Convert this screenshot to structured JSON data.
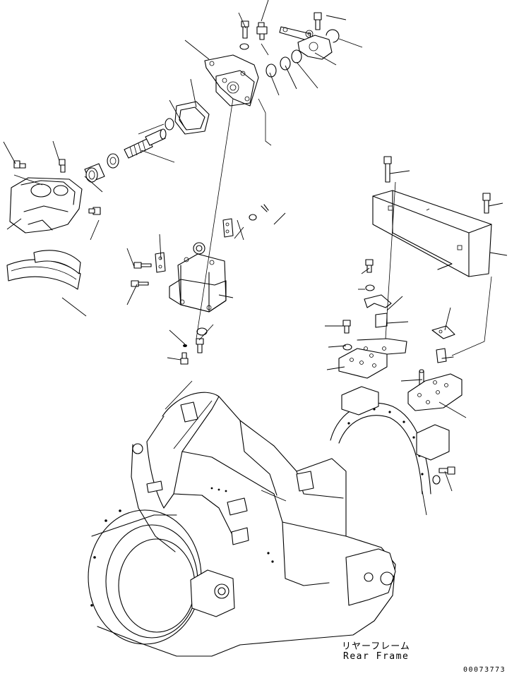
{
  "caption": {
    "japanese": "リヤーフレーム",
    "english": "Rear Frame"
  },
  "drawing_number": "00073773",
  "leaders": [
    [
      380,
      0,
      370,
      30
    ],
    [
      338,
      18,
      348,
      40
    ],
    [
      490,
      28,
      462,
      22
    ],
    [
      513,
      67,
      480,
      55
    ],
    [
      476,
      92,
      446,
      75
    ],
    [
      262,
      57,
      296,
      84
    ],
    [
      450,
      125,
      420,
      88
    ],
    [
      420,
      126,
      404,
      93
    ],
    [
      395,
      135,
      382,
      103
    ],
    [
      270,
      112,
      278,
      152
    ],
    [
      240,
      142,
      260,
      178
    ],
    [
      196,
      190,
      232,
      176
    ],
    [
      247,
      230,
      200,
      213
    ],
    [
      75,
      200,
      84,
      228
    ],
    [
      5,
      201,
      22,
      232
    ],
    [
      20,
      248,
      60,
      262
    ],
    [
      120,
      250,
      145,
      272
    ],
    [
      10,
      325,
      30,
      310
    ],
    [
      140,
      312,
      128,
      340
    ],
    [
      336,
      312,
      345,
      340
    ],
    [
      404,
      302,
      388,
      318
    ],
    [
      345,
      322,
      332,
      338
    ],
    [
      580,
      242,
      552,
      246
    ],
    [
      712,
      288,
      692,
      292
    ],
    [
      718,
      362,
      694,
      358
    ],
    [
      226,
      332,
      228,
      368
    ],
    [
      180,
      352,
      190,
      378
    ],
    [
      194,
      403,
      180,
      432
    ],
    [
      122,
      448,
      88,
      422
    ],
    [
      512,
      388,
      523,
      380
    ],
    [
      507,
      410,
      517,
      410
    ],
    [
      570,
      420,
      548,
      440
    ],
    [
      548,
      458,
      578,
      456
    ],
    [
      638,
      436,
      630,
      468
    ],
    [
      330,
      422,
      310,
      418
    ],
    [
      240,
      468,
      262,
      488
    ],
    [
      237,
      507,
      256,
      510
    ],
    [
      302,
      460,
      282,
      482
    ],
    [
      460,
      462,
      486,
      462
    ],
    [
      465,
      492,
      490,
      490
    ],
    [
      463,
      524,
      488,
      520
    ],
    [
      568,
      540,
      598,
      538
    ],
    [
      660,
      592,
      622,
      570
    ],
    [
      272,
      540,
      234,
      580
    ],
    [
      300,
      568,
      246,
      636
    ],
    [
      630,
      668,
      640,
      696
    ],
    [
      370,
      695,
      405,
      710
    ],
    [
      598,
      696,
      604,
      730
    ]
  ]
}
